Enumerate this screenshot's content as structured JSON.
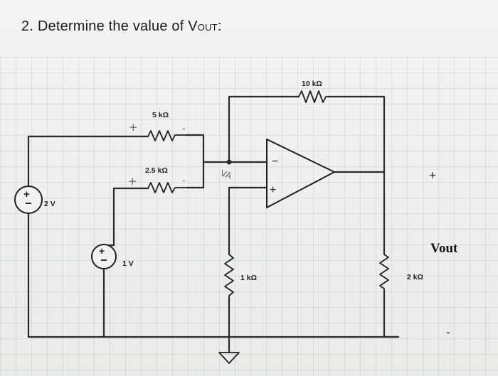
{
  "question": {
    "number": "2.",
    "text": "Determine the value of V",
    "subscript": "OUT",
    "suffix": ":"
  },
  "components": {
    "r_feedback": "10 kΩ",
    "r_top_input": "5 kΩ",
    "r_mid_input": "2.5 kΩ",
    "r_ground": "1 kΩ",
    "r_load": "2 kΩ",
    "src_2v": "2 V",
    "src_1v": "1 V"
  },
  "labels": {
    "node_va": "VA",
    "output_label": "Vout",
    "opamp_minus": "−",
    "opamp_plus": "+",
    "out_plus": "+",
    "out_minus": "-"
  }
}
